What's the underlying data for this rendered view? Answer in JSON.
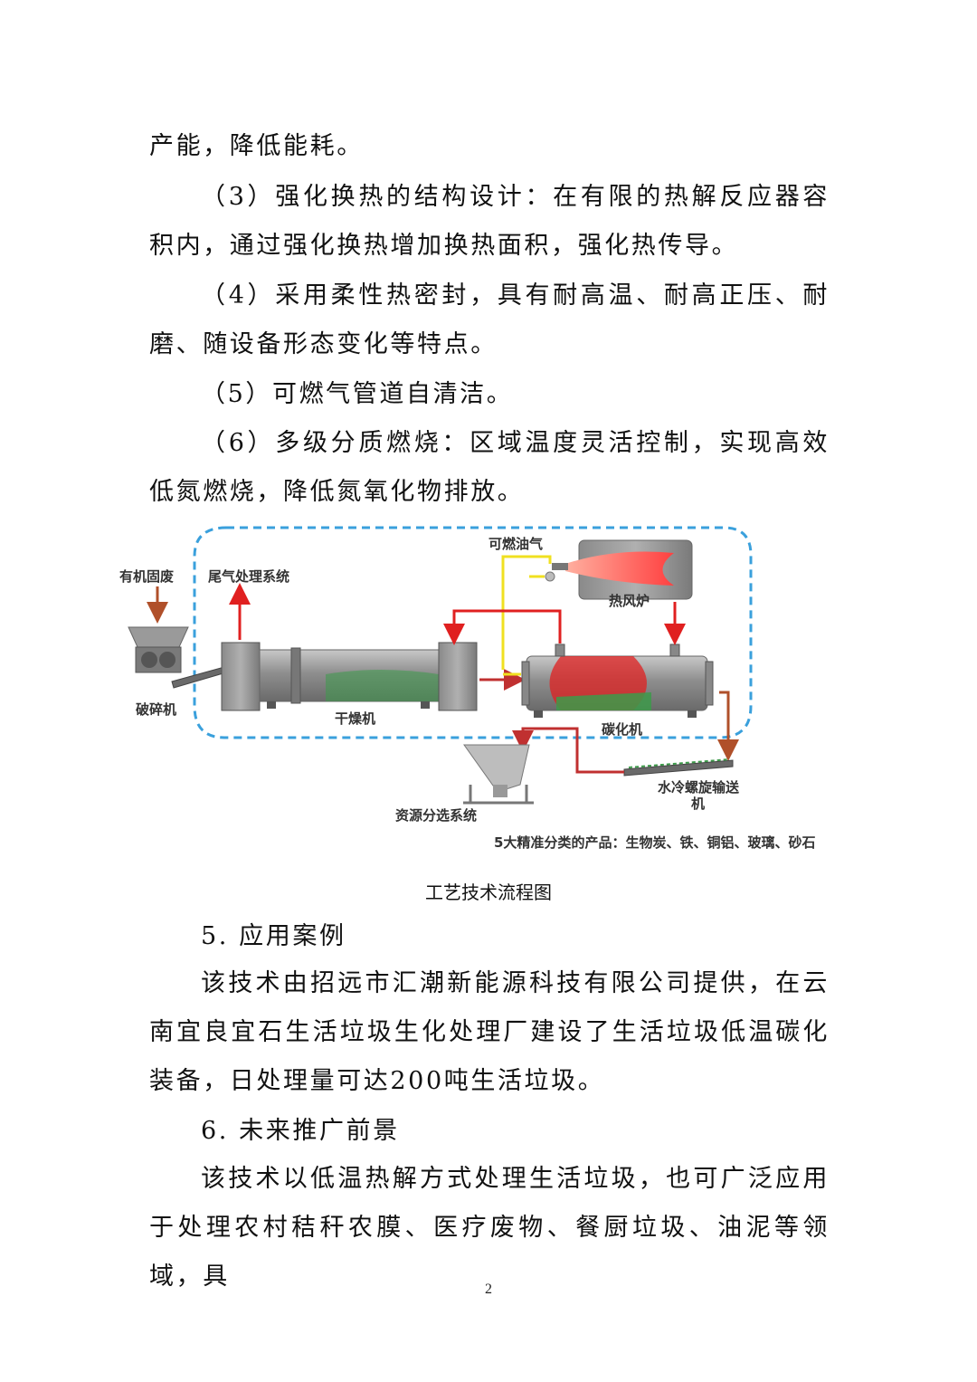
{
  "paragraphs": {
    "p0": "产能，降低能耗。",
    "p3": "（3）强化换热的结构设计：在有限的热解反应器容积内，通过强化换热增加换热面积，强化热传导。",
    "p4": "（4）采用柔性热密封，具有耐高温、耐高正压、耐磨、随设备形态变化等特点。",
    "p5": "（5）可燃气管道自清洁。",
    "p6": "（6）多级分质燃烧：区域温度灵活控制，实现高效低氮燃烧，降低氮氧化物排放。"
  },
  "diagram": {
    "labels": {
      "organic_waste": "有机固废",
      "exhaust": "尾气处理系统",
      "combustible_gas": "可燃油气",
      "hot_air_furnace": "热风炉",
      "crusher": "破碎机",
      "dryer": "干燥机",
      "carbonizer": "碳化机",
      "screw_line1": "水冷螺旋输送",
      "screw_line2": "机",
      "sorting": "资源分选系统",
      "products": "5大精准分类的产品：生物炭、铁、铜铝、玻璃、砂石"
    },
    "colors": {
      "dashed_border": "#3aa0dc",
      "flow_red": "#e02020",
      "gas_yellow": "#f0e020",
      "machine_gray": "#9a9a9a",
      "material_green": "#3d9a4a"
    }
  },
  "caption": "工艺技术流程图",
  "section5": {
    "heading": "5. 应用案例",
    "body": "该技术由招远市汇潮新能源科技有限公司提供，在云南宜良宜石生活垃圾生化处理厂建设了生活垃圾低温碳化装备，日处理量可达200吨生活垃圾。"
  },
  "section6": {
    "heading": "6. 未来推广前景",
    "body": "该技术以低温热解方式处理生活垃圾，也可广泛应用于处理农村秸秆农膜、医疗废物、餐厨垃圾、油泥等领域，具"
  },
  "page_number": "2"
}
